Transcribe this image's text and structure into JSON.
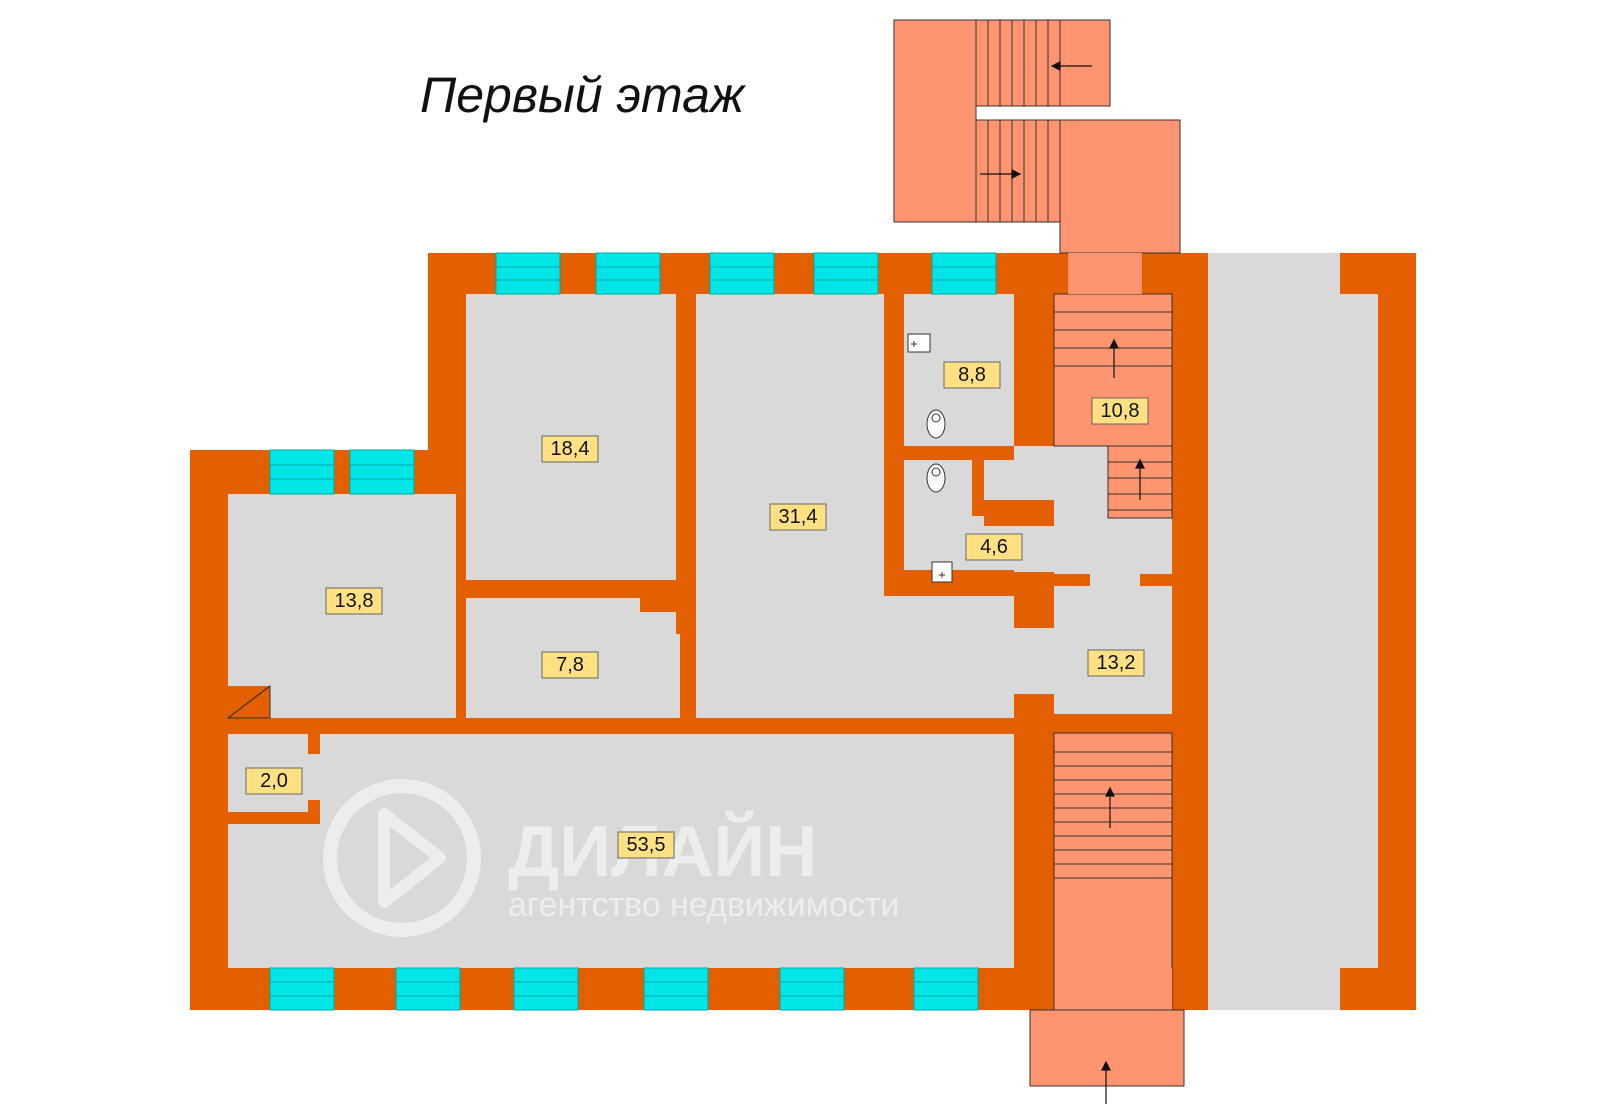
{
  "title": "Первый этаж",
  "watermark": {
    "name": "ДИЛАЙН",
    "subtitle": "агентство недвижимости"
  },
  "rooms": {
    "r1": "18,4",
    "r2": "31,4",
    "r3": "8,8",
    "r4": "10,8",
    "r5": "13,8",
    "r6": "4,6",
    "r7": "7,8",
    "r8": "13,2",
    "r9": "2,0",
    "r10": "53,5"
  },
  "colors": {
    "wall": "#E35F00",
    "floor": "#D9D9D9",
    "window": "#00E5E5",
    "stair": "#FF9470",
    "label": "#FFE082"
  }
}
